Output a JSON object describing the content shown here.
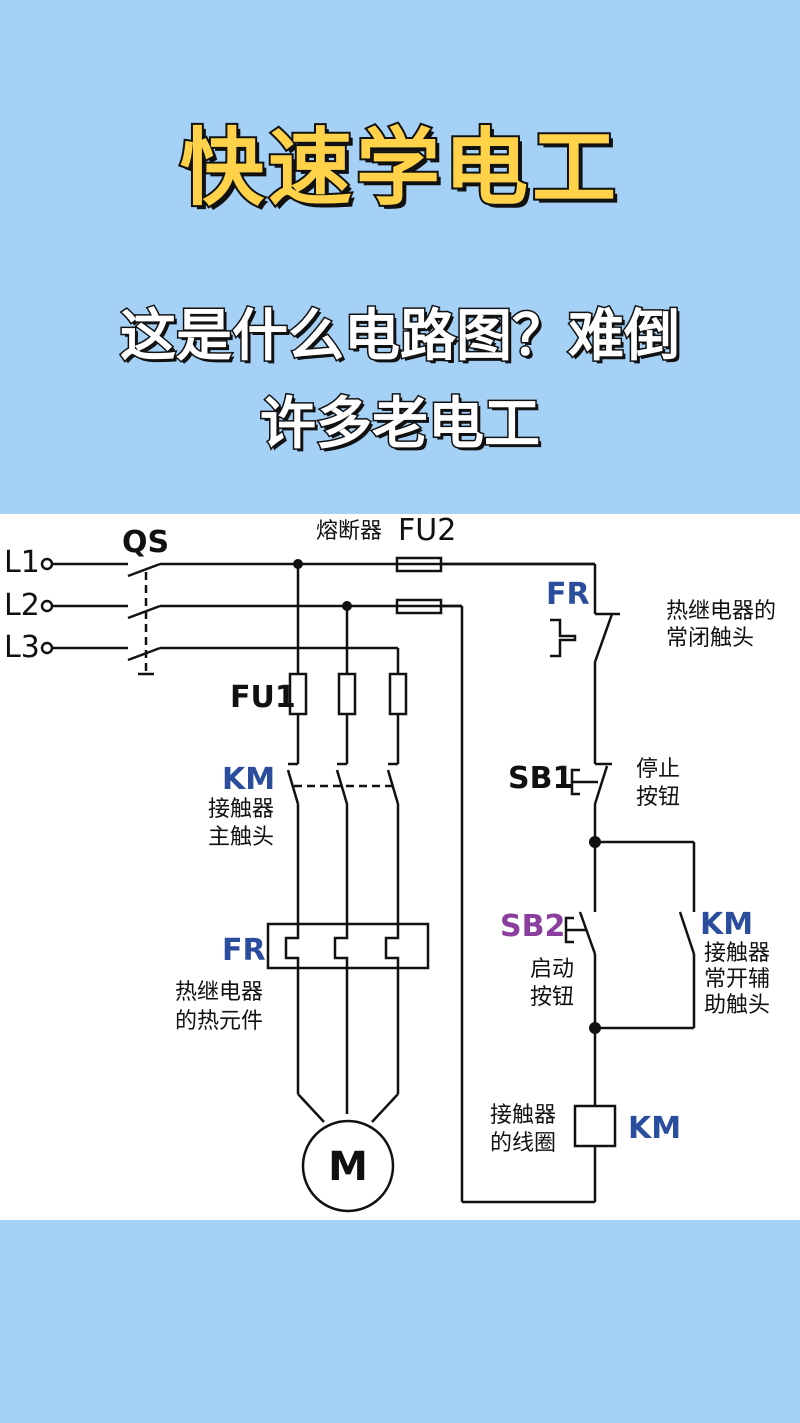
{
  "header": {
    "title": "快速学电工",
    "subtitle_line1": "这是什么电路图？难倒",
    "subtitle_line2": "许多老电工"
  },
  "colors": {
    "background": "#a5d1f7",
    "title_fill": "#ffd24a",
    "label_blue": "#2a4d9e",
    "label_purple": "#8a3f9e"
  },
  "diagram": {
    "lines": {
      "l1": "L1",
      "l2": "L2",
      "l3": "L3"
    },
    "qs": "QS",
    "fuse_fu2_cn": "熔断器",
    "fuse_fu2": "FU2",
    "fuse_fu1": "FU1",
    "km_main": "KM",
    "km_main_desc1": "接触器",
    "km_main_desc2": "主触头",
    "fr_heater": "FR",
    "fr_heater_desc1": "热继电器",
    "fr_heater_desc2": "的热元件",
    "motor": "M",
    "fr_contact": "FR",
    "fr_contact_desc1": "热继电器的",
    "fr_contact_desc2": "常闭触头",
    "sb1": "SB1",
    "sb1_desc1": "停止",
    "sb1_desc2": "按钮",
    "sb2": "SB2",
    "sb2_desc1": "启动",
    "sb2_desc2": "按钮",
    "km_aux": "KM",
    "km_aux_desc1": "接触器",
    "km_aux_desc2": "常开辅",
    "km_aux_desc3": "助触头",
    "km_coil_desc1": "接触器",
    "km_coil_desc2": "的线圈",
    "km_coil": "KM"
  }
}
